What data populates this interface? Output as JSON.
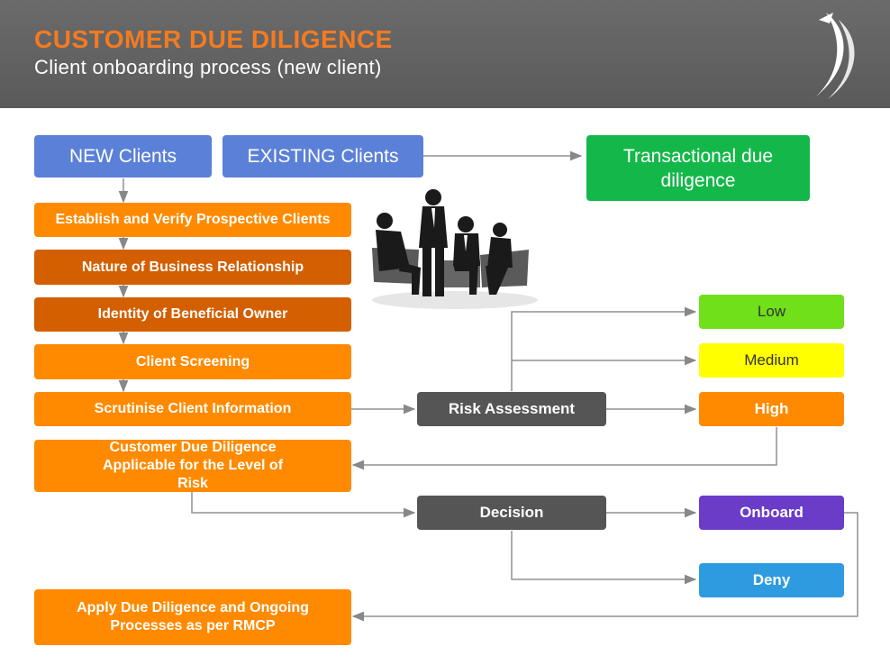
{
  "header": {
    "title": "CUSTOMER DUE DILIGENCE",
    "subtitle": "Client onboarding process (new client)"
  },
  "colors": {
    "header_bg": "#5f5f5f",
    "title_orange": "#f47b20",
    "client_blue": "#5b80d8",
    "transactional_green": "#14b84a",
    "step_orange": "#ff8a00",
    "step_dark_orange": "#d35f00",
    "decision_gray": "#555555",
    "low_green": "#6fe01a",
    "medium_yellow": "#ffff00",
    "onboard_purple": "#6a3cc8",
    "deny_blue": "#2e9ae0"
  },
  "clients": {
    "new": "NEW Clients",
    "existing": "EXISTING Clients",
    "transactional": "Transactional due diligence"
  },
  "steps": {
    "establish": "Establish and Verify Prospective Clients",
    "nature": "Nature of Business Relationship",
    "identity": "Identity of Beneficial Owner",
    "screening": "Client Screening",
    "scrutinise": "Scrutinise Client Information",
    "cdd": "Customer Due Diligence Applicable for the Level of Risk",
    "apply": "Apply Due Diligence and Ongoing Processes as per RMCP"
  },
  "risk": {
    "assessment": "Risk Assessment",
    "low": "Low",
    "medium": "Medium",
    "high": "High"
  },
  "decision": {
    "label": "Decision",
    "onboard": "Onboard",
    "deny": "Deny"
  },
  "icons": {
    "logo": "swoosh-logo-icon",
    "illustration": "business-meeting-silhouette-icon"
  }
}
